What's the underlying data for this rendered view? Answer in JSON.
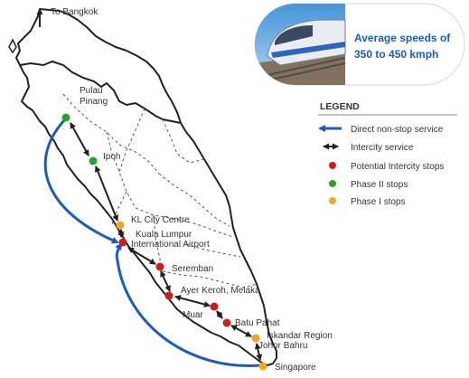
{
  "north_label": "To Bangkok",
  "speed_badge": {
    "line1": "Average speeds of",
    "line2": "350 to 450 kmph",
    "text_color": "#1a5fa8",
    "badge_bg": "#ffffff"
  },
  "legend": {
    "title": "LEGEND",
    "items": [
      {
        "label": "Direct non-stop service",
        "symbol": "blue-arrow",
        "color": "#1f5cb5"
      },
      {
        "label": "Intercity service",
        "symbol": "double-arrow",
        "color": "#222222"
      },
      {
        "label": "Potential Intercity stops",
        "symbol": "dot",
        "color": "#cc1e1e"
      },
      {
        "label": "Phase II stops",
        "symbol": "dot",
        "color": "#2ca02c"
      },
      {
        "label": "Phase I stops",
        "symbol": "dot",
        "color": "#f5a623"
      }
    ]
  },
  "stations": [
    {
      "name": "Pulau\nPinang",
      "type": "phase2"
    },
    {
      "name": "Ipoh",
      "type": "phase2"
    },
    {
      "name": "KL City Centre",
      "type": "phase1"
    },
    {
      "name": "Kuala Lumpur\nInternational Airport",
      "type": "potential"
    },
    {
      "name": "Seremban",
      "type": "potential"
    },
    {
      "name": "Ayer Keroh, Melaka",
      "type": "potential"
    },
    {
      "name": "Muar",
      "type": "potential"
    },
    {
      "name": "Batu Pahat",
      "type": "potential"
    },
    {
      "name": "Iskandar Region\nJohor Bahru",
      "type": "phase1"
    },
    {
      "name": "Singapore",
      "type": "phase1"
    }
  ],
  "colors": {
    "direct_route": "#1f5cb5",
    "intercity_route": "#222222",
    "border": "#222222",
    "internal_border": "#555555",
    "potential": "#cc1e1e",
    "phase2": "#2ca02c",
    "phase1": "#f5a623"
  }
}
